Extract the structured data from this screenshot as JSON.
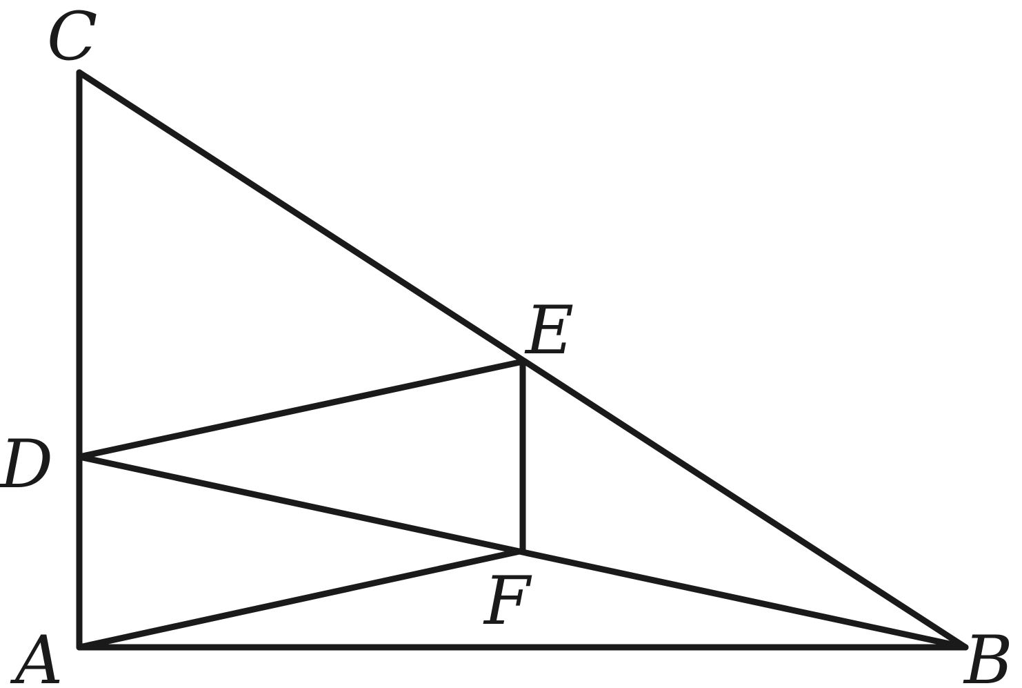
{
  "labels": {
    "A": "A",
    "B": "B",
    "C": "C",
    "D": "D",
    "E": "E",
    "F": "F"
  },
  "segments": [
    [
      "A",
      "B"
    ],
    [
      "A",
      "C"
    ],
    [
      "C",
      "B"
    ],
    [
      "D",
      "E"
    ],
    [
      "D",
      "B"
    ],
    [
      "E",
      "F"
    ],
    [
      "A",
      "F"
    ]
  ],
  "colors": {
    "stroke": "#1a1a1a",
    "background": "#ffffff"
  }
}
